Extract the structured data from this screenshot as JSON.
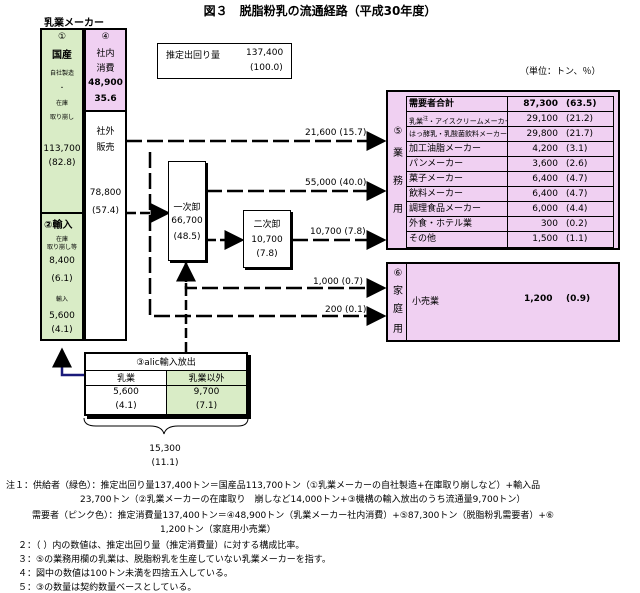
{
  "title": "図３　脱脂粉乳の流通経路（平成30年度）",
  "unit_label": "（単位：トン、％）",
  "supplier": {
    "header": "乳業メーカー",
    "domestic": {
      "num": "①",
      "label": "国産",
      "sub1": "自社製造",
      "sub_dot": "・",
      "sub2": "在庫",
      "sub3": "取り崩し",
      "value": "113,700",
      "pct": "(82.8)"
    },
    "import": {
      "num": "②",
      "label": "輸入",
      "sub1": "在庫",
      "sub2": "取り崩し等",
      "value1": "8,400",
      "pct1": "(6.1)",
      "sub3": "輸入",
      "value2": "5,600",
      "pct2": "(4.1)"
    },
    "internal": {
      "num": "④",
      "label1": "社内",
      "label2": "消費",
      "value": "48,900",
      "pct": "35.6"
    },
    "external": {
      "label1": "社外",
      "label2": "販売",
      "value": "78,800",
      "pct": "(57.4)"
    }
  },
  "estimate": {
    "label": "推定出回り量",
    "value": "137,400",
    "pct": "(100.0)"
  },
  "primary": {
    "label": "一次卸",
    "value": "66,700",
    "pct": "(48.5)"
  },
  "secondary": {
    "label": "二次卸",
    "value": "10,700",
    "pct": "(7.8)"
  },
  "flows": {
    "f1": "21,600 (15.7)",
    "f2": "55,000 (40.0)",
    "f3": "10,700 (7.8)",
    "f4": "1,000 (0.7)",
    "f5": "200 (0.1)",
    "f6": "15,300",
    "f6_pct": "(11.1)"
  },
  "business": {
    "label_num": "⑤",
    "label_chars": [
      "業",
      "務",
      "用"
    ],
    "rows": [
      {
        "name": "需要者合計",
        "value": "87,300",
        "pct": "(63.5)"
      },
      {
        "name": "乳業",
        "sup": "注",
        "name2": "・アイスクリームメーカー",
        "value": "29,100",
        "pct": "(21.2)"
      },
      {
        "name": "はっ酵乳・乳酸菌飲料メーカー",
        "value": "29,800",
        "pct": "(21.7)"
      },
      {
        "name": "加工油脂メーカー",
        "value": "4,200",
        "pct": "(3.1)"
      },
      {
        "name": "パンメーカー",
        "value": "3,600",
        "pct": "(2.6)"
      },
      {
        "name": "菓子メーカー",
        "value": "6,400",
        "pct": "(4.7)"
      },
      {
        "name": "飲料メーカー",
        "value": "6,400",
        "pct": "(4.7)"
      },
      {
        "name": "調理食品メーカー",
        "value": "6,000",
        "pct": "(4.4)"
      },
      {
        "name": "外食・ホテル業",
        "value": "300",
        "pct": "(0.2)"
      },
      {
        "name": "その他",
        "value": "1,500",
        "pct": "(1.1)"
      }
    ]
  },
  "household": {
    "label_num": "⑥",
    "label_chars": [
      "家",
      "庭",
      "用"
    ],
    "name": "小売業",
    "value": "1,200",
    "pct": "(0.9)"
  },
  "alic": {
    "title": "③alic輸入放出",
    "col1": "乳業",
    "col2": "乳業以外",
    "v1": "5,600",
    "p1": "(4.1)",
    "v2": "9,700",
    "p2": "(7.1)"
  },
  "notes": [
    "注１：供給者（緑色）：推定出回り量137,400トン＝国産品113,700トン（①乳業メーカーの自社製造+在庫取り崩しなど）+輸入品",
    "23,700トン（②乳業メーカーの在庫取り　崩しなど14,000トン+③機構の輸入放出のうち流通量9,700トン）",
    "需要者（ピンク色）：推定消費量137,400トン＝④48,900トン（乳業メーカー社内消費）+⑤87,300トン（脱脂粉乳需要者）+⑥",
    "1,200トン（家庭用小売業）",
    "２：（ ）内の数値は、推定出回り量（推定消費量）に対する構成比率。",
    "３：⑤の業務用欄の乳業は、脱脂粉乳を生産していない乳業メーカーを指す。",
    "４：図中の数値は100トン未満を四捨五入している。",
    "５：③の数量は契約数量ベースとしている。"
  ]
}
